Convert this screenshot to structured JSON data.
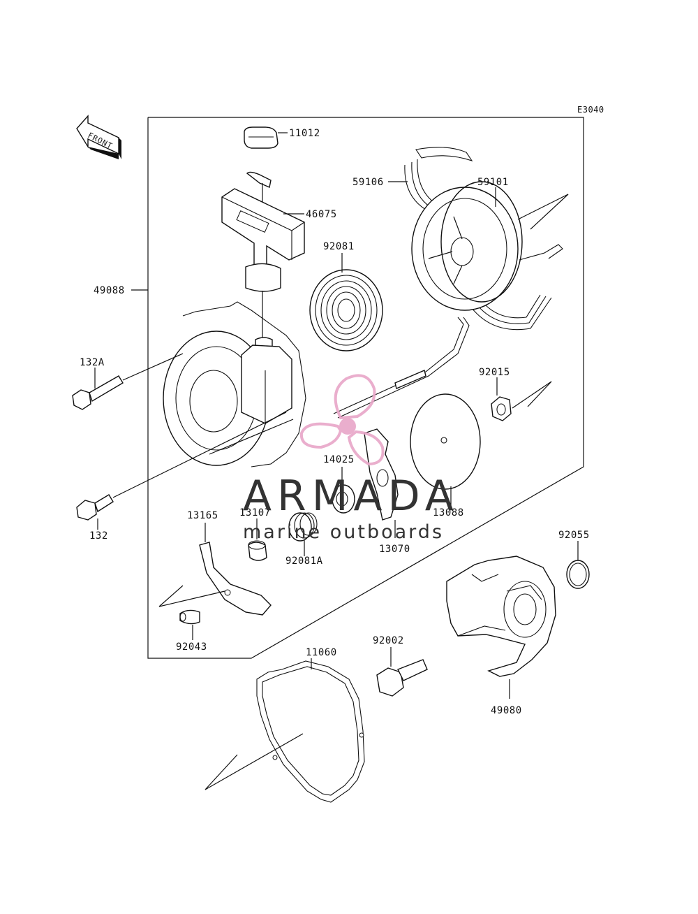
{
  "diagram": {
    "code": "E3040",
    "front_label": "FRONT",
    "labels": {
      "p11012": "11012",
      "p46075": "46075",
      "p59106": "59106",
      "p59101": "59101",
      "p92081": "92081",
      "p49088": "49088",
      "p132A": "132A",
      "p92015": "92015",
      "p14025": "14025",
      "p13088": "13088",
      "p132": "132",
      "p13165": "13165",
      "p13107": "13107",
      "p92081A": "92081A",
      "p13070": "13070",
      "p92055": "92055",
      "p92043": "92043",
      "p11060": "11060",
      "p92002": "92002",
      "p49080": "49080"
    }
  },
  "watermark": {
    "brand": "ARMADA",
    "tagline": "marine outboards",
    "accent_color": "#e8a6c8"
  }
}
